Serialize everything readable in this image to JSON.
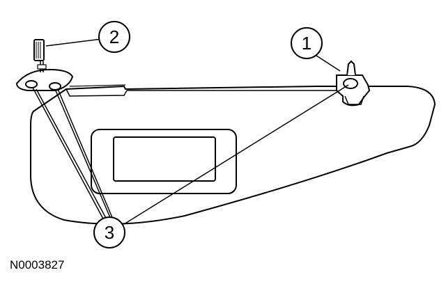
{
  "callouts": {
    "one": "1",
    "two": "2",
    "three": "3"
  },
  "figure_id": "N0003827",
  "colors": {
    "line": "#000000",
    "background": "#ffffff"
  }
}
